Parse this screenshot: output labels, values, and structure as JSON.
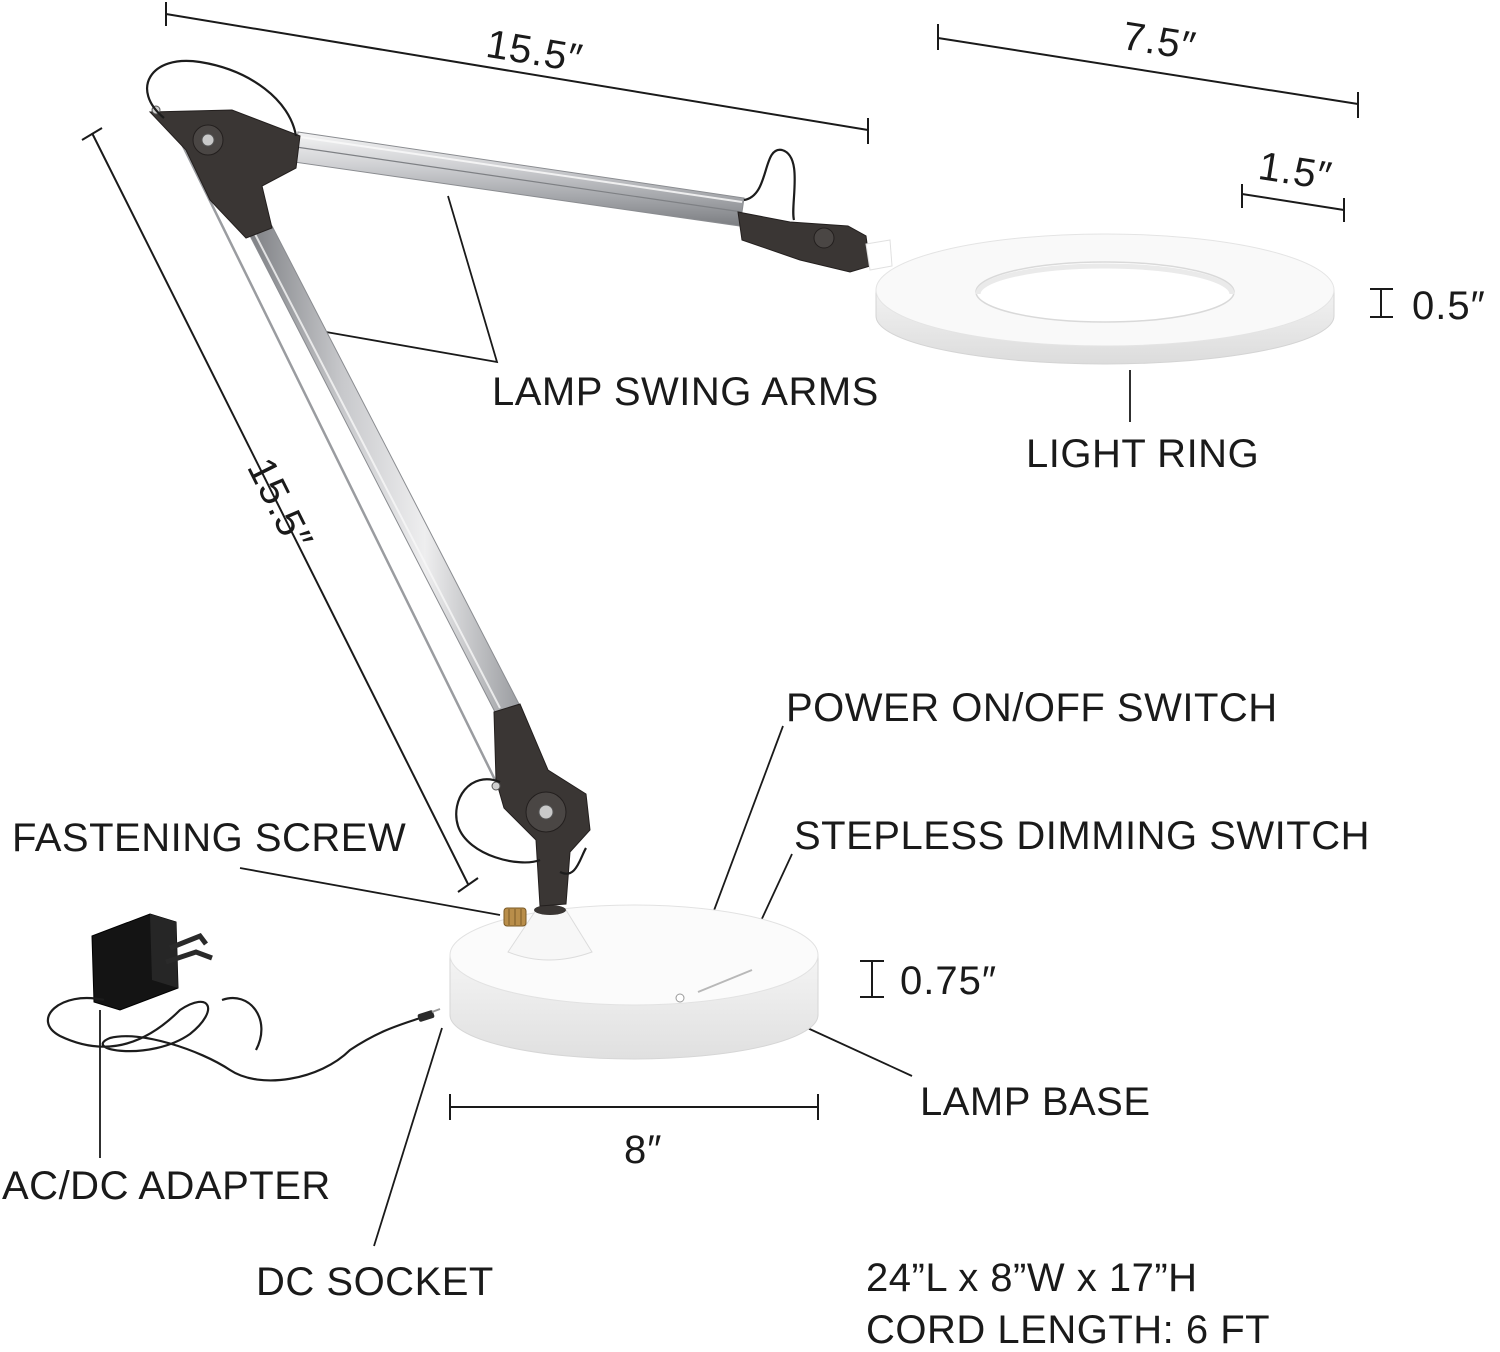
{
  "dimensions": {
    "upper_arm_length": "15.5″",
    "lower_arm_length": "15.5″",
    "ring_diameter": "7.5″",
    "ring_band_width": "1.5″",
    "ring_thickness": "0.5″",
    "base_thickness": "0.75″",
    "base_diameter": "8″"
  },
  "labels": {
    "swing_arms": "LAMP SWING ARMS",
    "light_ring": "LIGHT RING",
    "power_switch": "POWER ON/OFF SWITCH",
    "dimming_switch": "STEPLESS DIMMING SWITCH",
    "fastening_screw": "FASTENING SCREW",
    "lamp_base": "LAMP BASE",
    "adapter": "AC/DC ADAPTER",
    "dc_socket": "DC SOCKET"
  },
  "specs": {
    "overall_size": "24”L x 8”W x 17”H",
    "cord_length": "CORD LENGTH: 6 FT"
  },
  "colors": {
    "line": "#1a1a1a",
    "joint": "#3a3634",
    "arm_light": "#e4e4e6",
    "arm_dark": "#8a8c90",
    "body_white": "#f6f6f6"
  }
}
